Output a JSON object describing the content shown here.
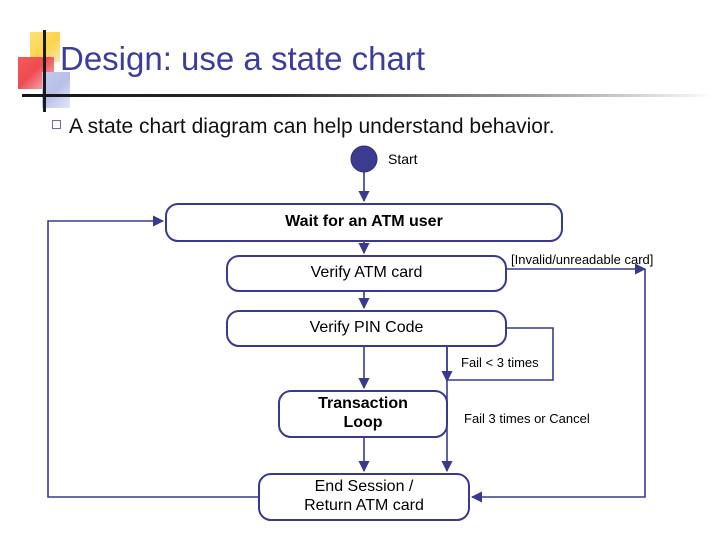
{
  "slide": {
    "title": "Design: use a state chart",
    "bullet": "A state chart diagram can help understand behavior.",
    "bullet_marker_icon": "hollow-square-bullet-icon",
    "title_color": "#3c3c9e",
    "accent_color": "#393a8f"
  },
  "logo": {
    "yellow_color": "#fcd34a",
    "red_color": "#ef4b52",
    "blue_color": "#b9c0e8",
    "bar_color": "#1a1a1a"
  },
  "diagram": {
    "type": "state-chart",
    "start_node_label": "Start",
    "start_node_color": "#3b3b8f",
    "nodes": [
      {
        "id": "wait",
        "label": "Wait for an ATM user",
        "bold": true
      },
      {
        "id": "verify_card",
        "label": "Verify ATM card",
        "bold": false
      },
      {
        "id": "verify_pin",
        "label": "Verify PIN Code",
        "bold": false
      },
      {
        "id": "tx_loop",
        "label_line1": "Transaction",
        "label_line2": "Loop",
        "bold": true
      },
      {
        "id": "end_session",
        "label_line1": "End Session /",
        "label_line2": "Return ATM card",
        "bold": false
      }
    ],
    "edge_labels": {
      "invalid_card": "[Invalid/unreadable card]",
      "fail_lt_3": "Fail < 3 times",
      "fail_3_or_cancel": "Fail 3 times or Cancel"
    }
  }
}
